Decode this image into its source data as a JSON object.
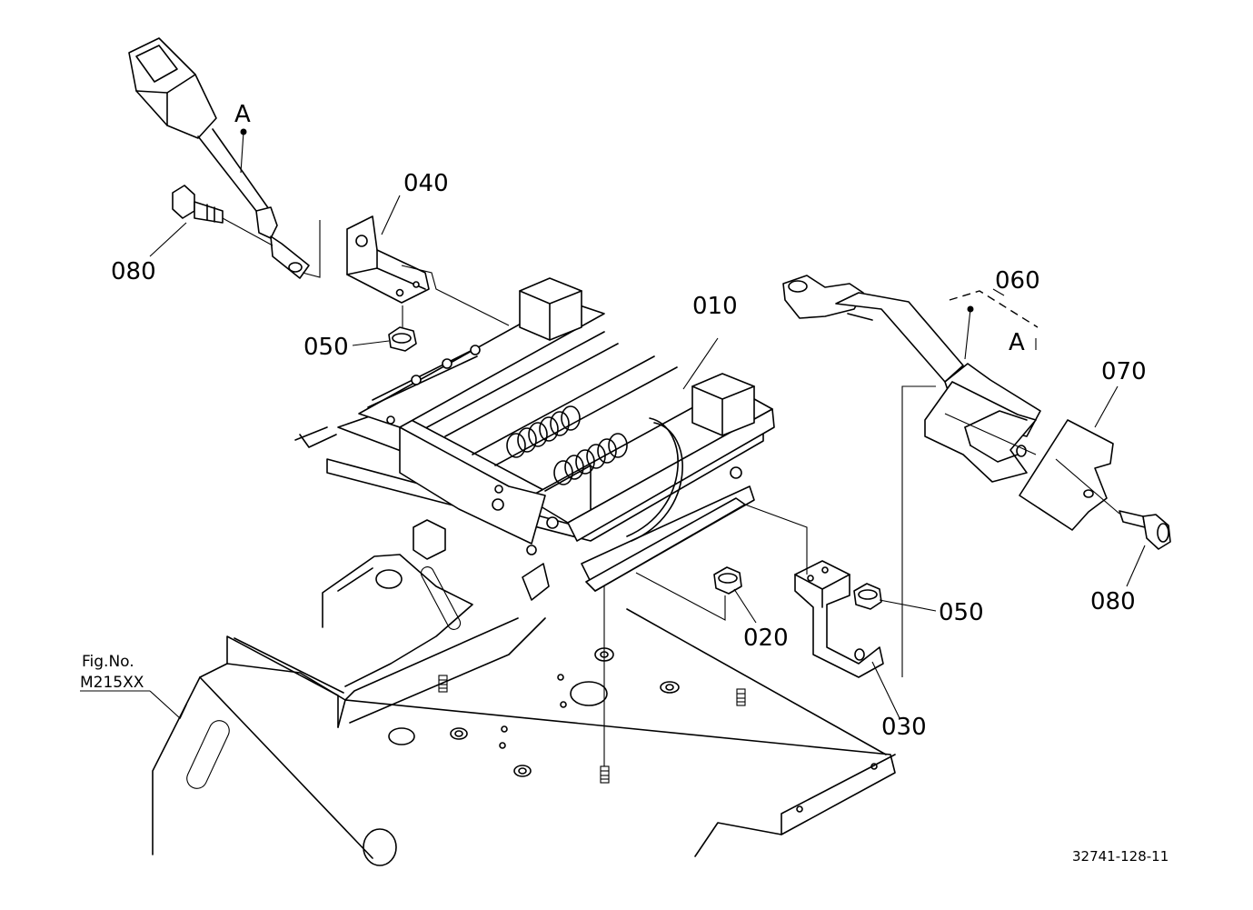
{
  "figure": {
    "fig_label_line1": "Fig.No.",
    "fig_label_line2": "M215XX",
    "doc_number": "32741-128-11"
  },
  "callouts": {
    "part_010": "010",
    "part_020": "020",
    "part_030": "030",
    "part_040": "040",
    "part_050_left": "050",
    "part_050_right": "050",
    "part_060": "060",
    "part_070": "070",
    "part_080_left": "080",
    "part_080_right": "080",
    "ref_a_left": "A",
    "ref_a_right": "A"
  }
}
